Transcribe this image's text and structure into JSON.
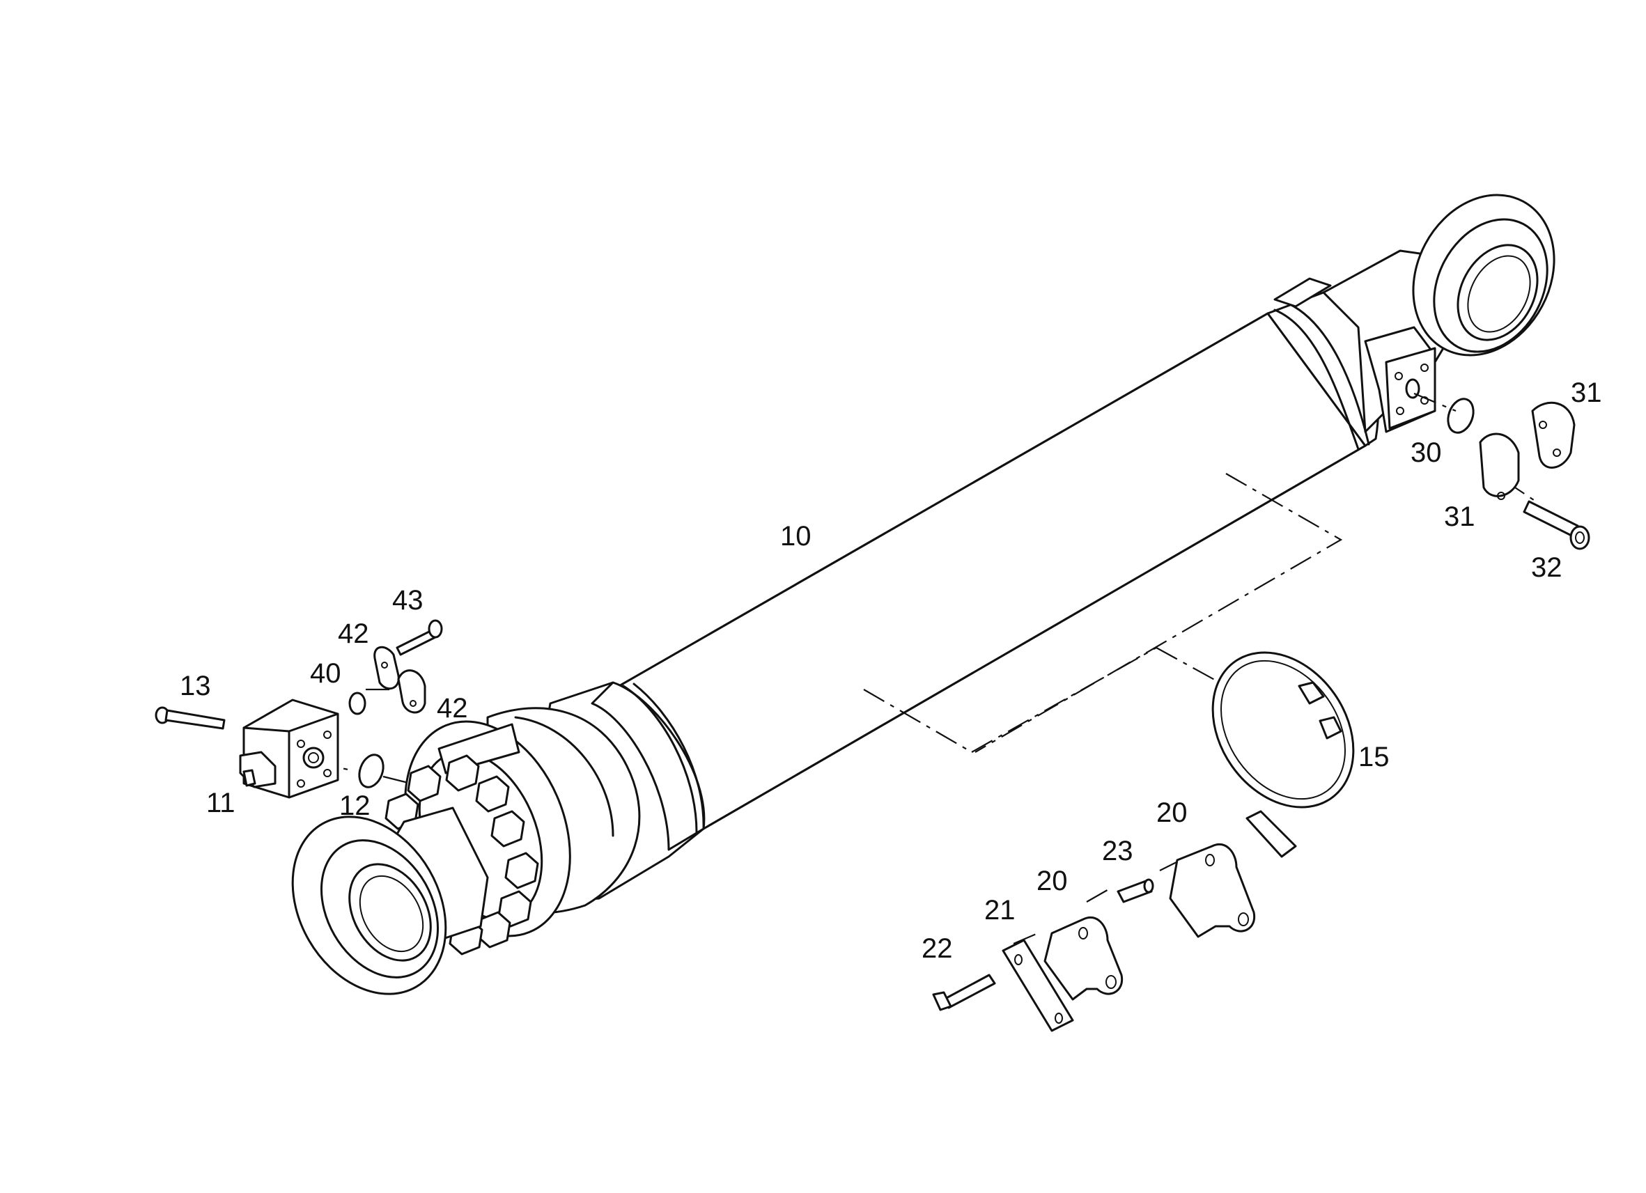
{
  "diagram": {
    "callouts": [
      {
        "id": "c10",
        "text": "10"
      },
      {
        "id": "c11",
        "text": "11"
      },
      {
        "id": "c12",
        "text": "12"
      },
      {
        "id": "c13",
        "text": "13"
      },
      {
        "id": "c15",
        "text": "15"
      },
      {
        "id": "c20a",
        "text": "20"
      },
      {
        "id": "c20b",
        "text": "20"
      },
      {
        "id": "c21",
        "text": "21"
      },
      {
        "id": "c22",
        "text": "22"
      },
      {
        "id": "c23",
        "text": "23"
      },
      {
        "id": "c30",
        "text": "30"
      },
      {
        "id": "c31a",
        "text": "31"
      },
      {
        "id": "c31b",
        "text": "31"
      },
      {
        "id": "c32",
        "text": "32"
      },
      {
        "id": "c40",
        "text": "40"
      },
      {
        "id": "c42a",
        "text": "42"
      },
      {
        "id": "c42b",
        "text": "42"
      },
      {
        "id": "c43",
        "text": "43"
      }
    ]
  }
}
